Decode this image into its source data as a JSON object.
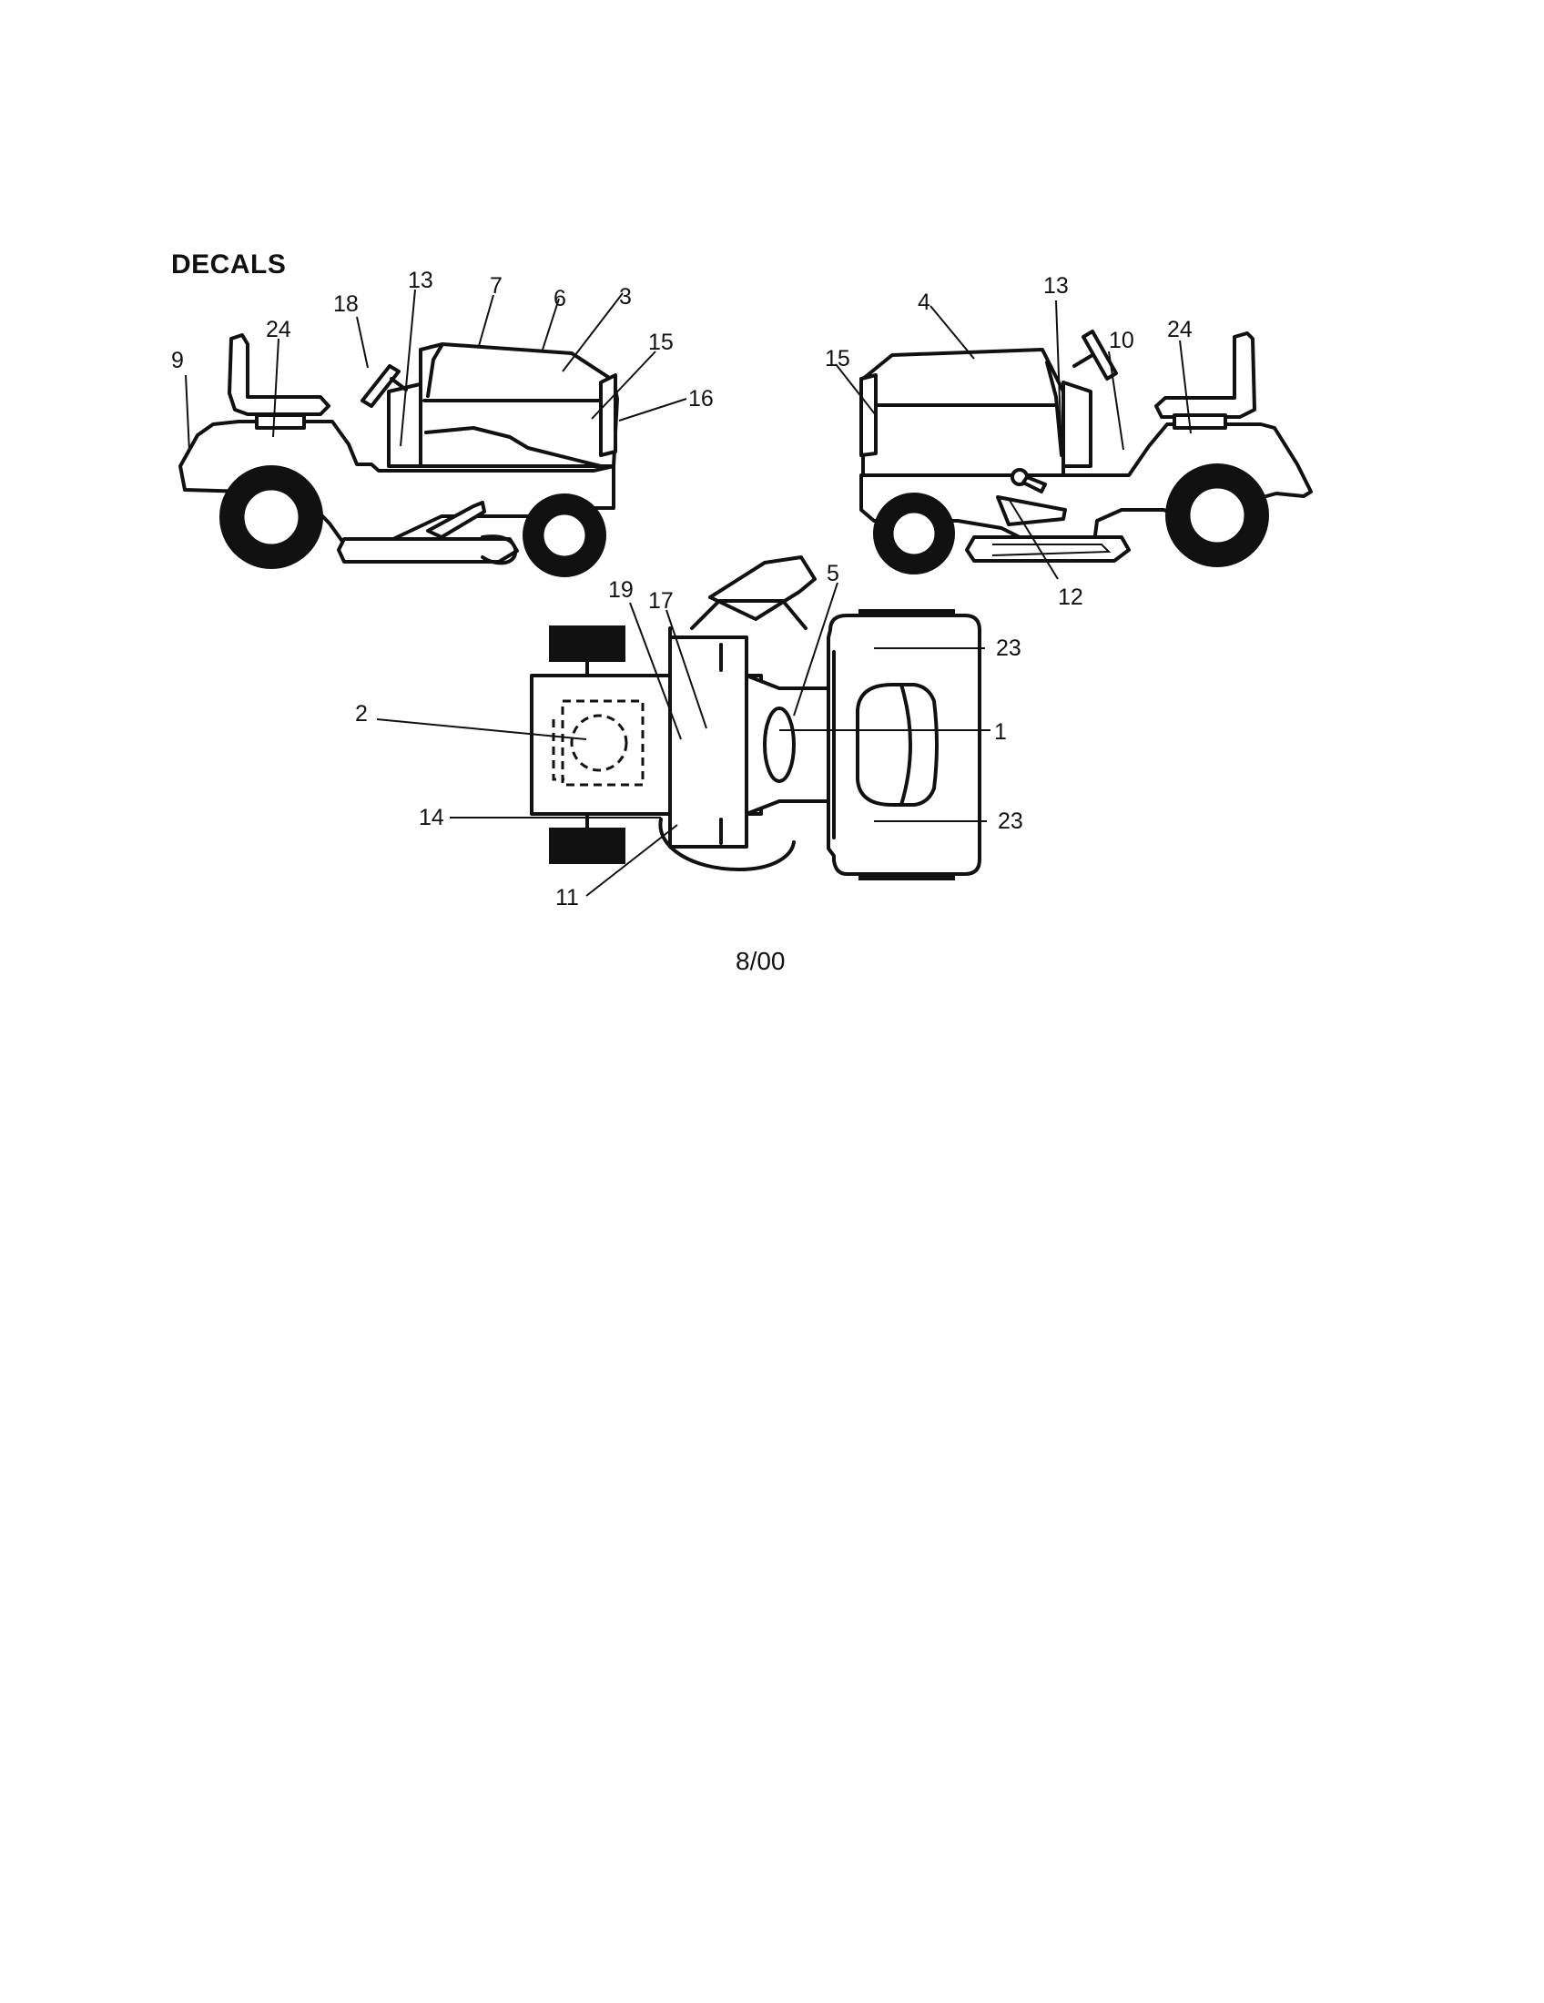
{
  "title": "DECALS",
  "footer": "8/00",
  "callouts": {
    "left_view": [
      {
        "id": "L9",
        "label": "9"
      },
      {
        "id": "L24",
        "label": "24"
      },
      {
        "id": "L18",
        "label": "18"
      },
      {
        "id": "L13",
        "label": "13"
      },
      {
        "id": "L7",
        "label": "7"
      },
      {
        "id": "L6",
        "label": "6"
      },
      {
        "id": "L3",
        "label": "3"
      },
      {
        "id": "L15",
        "label": "15"
      },
      {
        "id": "L16",
        "label": "16"
      }
    ],
    "right_view": [
      {
        "id": "R4",
        "label": "4"
      },
      {
        "id": "R13",
        "label": "13"
      },
      {
        "id": "R15",
        "label": "15"
      },
      {
        "id": "R10",
        "label": "10"
      },
      {
        "id": "R24",
        "label": "24"
      },
      {
        "id": "R12",
        "label": "12"
      }
    ],
    "top_view": [
      {
        "id": "T19",
        "label": "19"
      },
      {
        "id": "T17",
        "label": "17"
      },
      {
        "id": "T5",
        "label": "5"
      },
      {
        "id": "T23a",
        "label": "23"
      },
      {
        "id": "T2",
        "label": "2"
      },
      {
        "id": "T1",
        "label": "1"
      },
      {
        "id": "T14",
        "label": "14"
      },
      {
        "id": "T23b",
        "label": "23"
      },
      {
        "id": "T11",
        "label": "11"
      }
    ]
  }
}
